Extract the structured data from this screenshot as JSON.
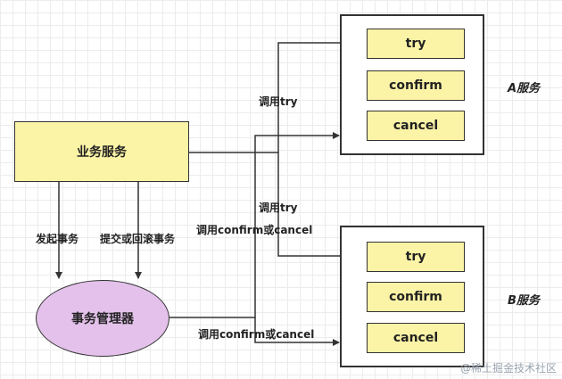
{
  "business": {
    "label": "业务服务"
  },
  "manager": {
    "label": "事务管理器"
  },
  "service_a": {
    "name": "A服务",
    "ops": [
      "try",
      "confirm",
      "cancel"
    ]
  },
  "service_b": {
    "name": "B服务",
    "ops": [
      "try",
      "confirm",
      "cancel"
    ]
  },
  "labels": {
    "call_try_a": "调用try",
    "call_try_b": "调用try",
    "call_confirm_cancel_1": "调用confirm或cancel",
    "call_confirm_cancel_2": "调用confirm或cancel",
    "start_tx": "发起事务",
    "commit_rollback": "提交或回滚事务"
  },
  "watermark": "@稀土掘金技术社区"
}
